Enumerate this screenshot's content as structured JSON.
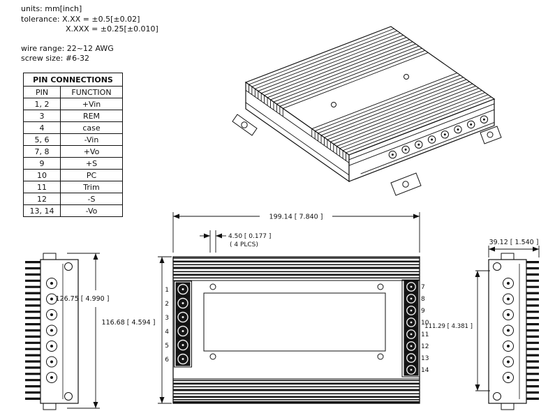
{
  "notes": {
    "units": "units: mm[inch]",
    "tolerance_a": "tolerance: X.XX = ±0.5[±0.02]",
    "tolerance_b": "X.XXX = ±0.25[±0.010]",
    "wire_range": "wire range: 22~12 AWG",
    "screw_size": "screw size: #6-32"
  },
  "pin_table": {
    "title": "PIN CONNECTIONS",
    "headers": [
      "PIN",
      "FUNCTION"
    ],
    "rows": [
      {
        "pin": "1, 2",
        "function": "+Vin"
      },
      {
        "pin": "3",
        "function": "REM"
      },
      {
        "pin": "4",
        "function": "case"
      },
      {
        "pin": "5, 6",
        "function": "-Vin"
      },
      {
        "pin": "7, 8",
        "function": "+Vo"
      },
      {
        "pin": "9",
        "function": "+S"
      },
      {
        "pin": "10",
        "function": "PC"
      },
      {
        "pin": "11",
        "function": "Trim"
      },
      {
        "pin": "12",
        "function": "-S"
      },
      {
        "pin": "13, 14",
        "function": "-Vo"
      }
    ]
  },
  "front_view": {
    "width_dim": "199.14 [ 7.840 ]",
    "hole_dim": "4.50 [ 0.177 ]",
    "hole_dim_note": "( 4 PLCS)",
    "height_dim": "116.68 [ 4.594 ]",
    "left_pins": [
      "1",
      "2",
      "3",
      "4",
      "5",
      "6"
    ],
    "right_pins": [
      "7",
      "8",
      "9",
      "10",
      "11",
      "12",
      "13",
      "14"
    ]
  },
  "left_view": {
    "height_dim": "126.75 [ 4.990 ]"
  },
  "right_view": {
    "width_dim": "39.12 [ 1.540 ]",
    "height_dim": "111.29 [ 4.381 ]"
  }
}
